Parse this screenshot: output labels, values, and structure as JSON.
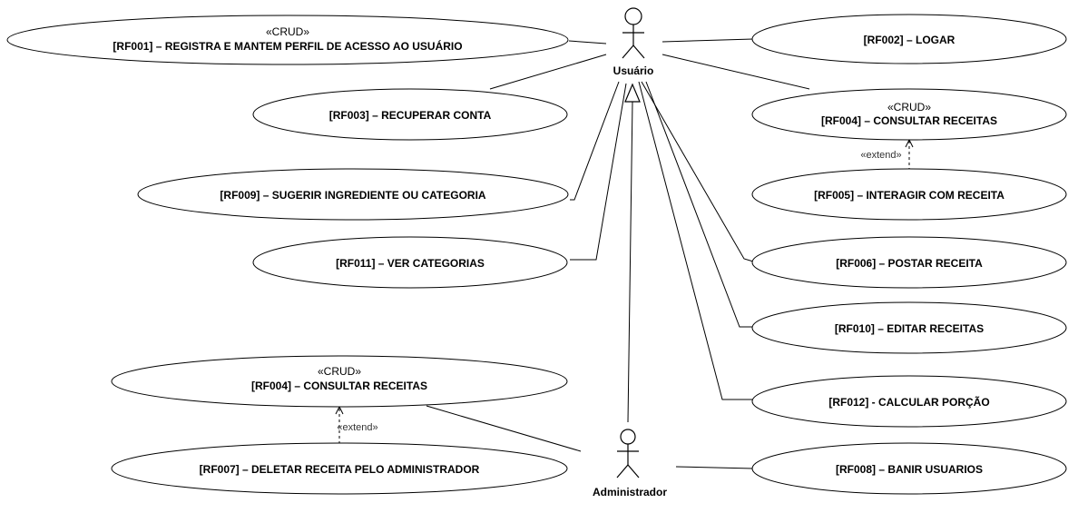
{
  "actors": {
    "usuario": "Usuário",
    "administrador": "Administrador"
  },
  "stereotype_crud": "«CRUD»",
  "extend_label": "«extend»",
  "use_cases": {
    "rf001": "[RF001] – REGISTRA E MANTEM PERFIL DE ACESSO AO USUÁRIO",
    "rf002": "[RF002] – LOGAR",
    "rf003": "[RF003] – RECUPERAR CONTA",
    "rf004_user": "[RF004] – CONSULTAR RECEITAS",
    "rf005": "[RF005] – INTERAGIR COM RECEITA",
    "rf009": "[RF009] – SUGERIR INGREDIENTE OU CATEGORIA",
    "rf011": "[RF011] – VER CATEGORIAS",
    "rf006": "[RF006] – POSTAR RECEITA",
    "rf010": "[RF010] – EDITAR RECEITAS",
    "rf012": "[RF012] - CALCULAR PORÇÃO",
    "rf004_admin": "[RF004] – CONSULTAR RECEITAS",
    "rf007": "[RF007] – DELETAR RECEITA PELO ADMINISTRADOR",
    "rf008": "[RF008] – BANIR USUARIOS"
  }
}
